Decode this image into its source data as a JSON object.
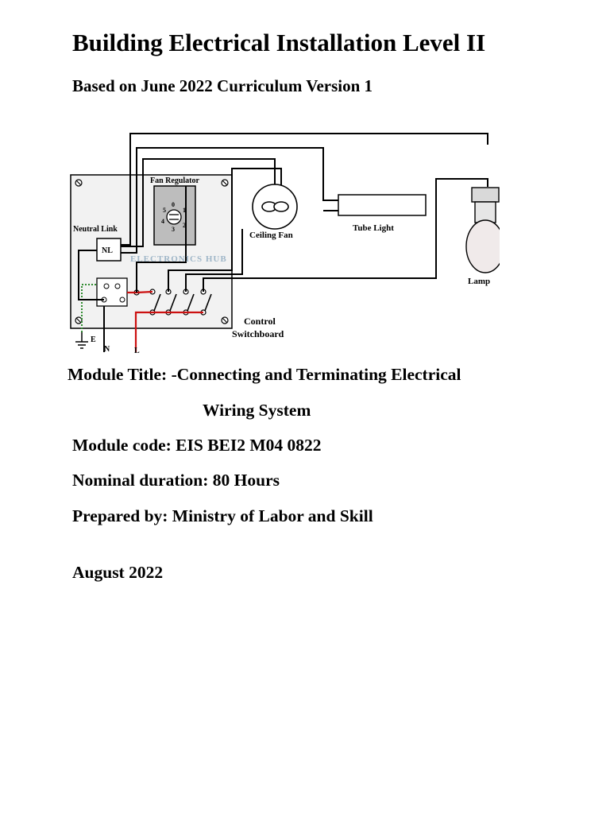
{
  "document": {
    "title": "Building Electrical Installation Level II",
    "subtitle": "Based on June 2022 Curriculum Version 1",
    "module_title_line1": "Module Title: -Connecting and Terminating Electrical",
    "module_title_line2": "Wiring System",
    "module_code": "Module code: EIS BEI2 M04 0822",
    "nominal_duration": "Nominal duration: 80 Hours",
    "prepared_by": "Prepared by: Ministry of Labor and Skill",
    "date": "August 2022"
  },
  "diagram": {
    "fan_regulator": "Fan Regulator",
    "regulator_numbers": [
      "0",
      "1",
      "2",
      "3",
      "4",
      "5"
    ],
    "neutral_link": "Neutral Link",
    "nl": "NL",
    "ceiling_fan": "Ceiling Fan",
    "tube_light": "Tube Light",
    "lamp": "Lamp",
    "control": "Control",
    "switchboard": "Switchboard",
    "earth": "E",
    "neutral": "N",
    "live": "L",
    "watermark": "ELECTRONICS HUB",
    "colors": {
      "live_wire": "#cc1111",
      "earth_wire": "#2e8b2e",
      "wire": "#000000"
    }
  }
}
